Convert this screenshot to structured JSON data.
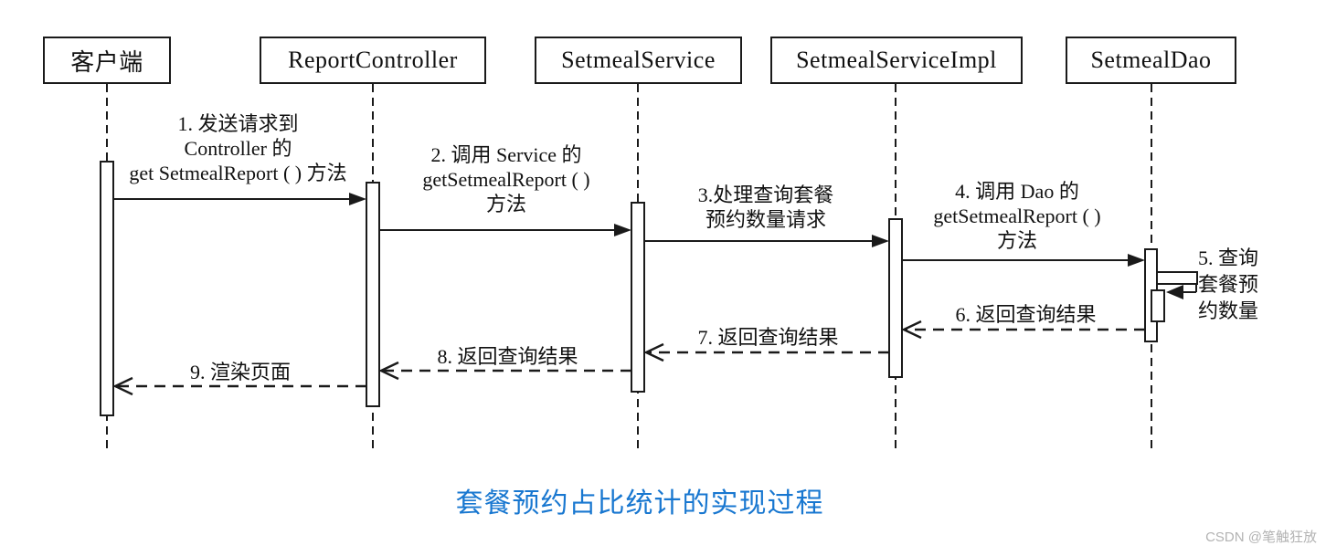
{
  "diagram": {
    "title": "套餐预约占比统计的实现过程",
    "title_color": "#1877d0",
    "watermark": "CSDN @笔触狂放",
    "line_color": "#1a1a1a",
    "lifelines": [
      {
        "id": "client",
        "label": "客户端"
      },
      {
        "id": "controller",
        "label": "ReportController"
      },
      {
        "id": "service",
        "label": "SetmealService"
      },
      {
        "id": "impl",
        "label": "SetmealServiceImpl"
      },
      {
        "id": "dao",
        "label": "SetmealDao"
      }
    ],
    "messages": [
      {
        "num": 1,
        "type": "sync",
        "from": "client",
        "to": "controller",
        "label": "1. 发送请求到\nController 的\nget SetmealReport ( ) 方法"
      },
      {
        "num": 2,
        "type": "sync",
        "from": "controller",
        "to": "service",
        "label": "2. 调用 Service 的\ngetSetmealReport ( )\n方法"
      },
      {
        "num": 3,
        "type": "sync",
        "from": "service",
        "to": "impl",
        "label": "3.处理查询套餐\n预约数量请求"
      },
      {
        "num": 4,
        "type": "sync",
        "from": "impl",
        "to": "dao",
        "label": "4. 调用 Dao 的\ngetSetmealReport ( )\n方法"
      },
      {
        "num": 5,
        "type": "self",
        "from": "dao",
        "to": "dao",
        "label": "5. 查询\n套餐预\n约数量"
      },
      {
        "num": 6,
        "type": "return",
        "from": "dao",
        "to": "impl",
        "label": "6. 返回查询结果"
      },
      {
        "num": 7,
        "type": "return",
        "from": "impl",
        "to": "service",
        "label": "7. 返回查询结果"
      },
      {
        "num": 8,
        "type": "return",
        "from": "service",
        "to": "controller",
        "label": "8. 返回查询结果"
      },
      {
        "num": 9,
        "type": "return",
        "from": "controller",
        "to": "client",
        "label": "9. 渲染页面"
      }
    ]
  }
}
